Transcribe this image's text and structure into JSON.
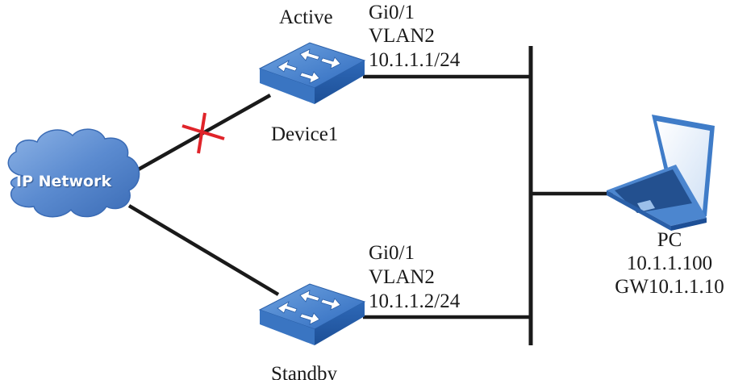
{
  "diagram": {
    "cloud": {
      "label": "IP Network",
      "color": "#5b8bd0"
    },
    "devices": [
      {
        "id": "device1",
        "role": "Active",
        "name": "Device1",
        "interface": "Gi0/1",
        "vlan": "VLAN2",
        "ip": "10.1.1.1/24",
        "color": "#3f7cc8"
      },
      {
        "id": "standby",
        "role": "Standby",
        "interface": "Gi0/1",
        "vlan": "VLAN2",
        "ip": "10.1.1.2/24",
        "color": "#3f7cc8"
      }
    ],
    "pc": {
      "name": "PC",
      "ip": "10.1.1.100",
      "gateway": "GW10.1.1.10"
    },
    "links": [
      {
        "from": "IP Network",
        "to": "Device1",
        "status": "down",
        "marker_color": "#e0242a"
      },
      {
        "from": "IP Network",
        "to": "Standby",
        "status": "up"
      },
      {
        "from": "Device1",
        "to": "LAN bus",
        "status": "up"
      },
      {
        "from": "Standby",
        "to": "LAN bus",
        "status": "up"
      },
      {
        "from": "LAN bus",
        "to": "PC",
        "status": "up"
      }
    ]
  }
}
